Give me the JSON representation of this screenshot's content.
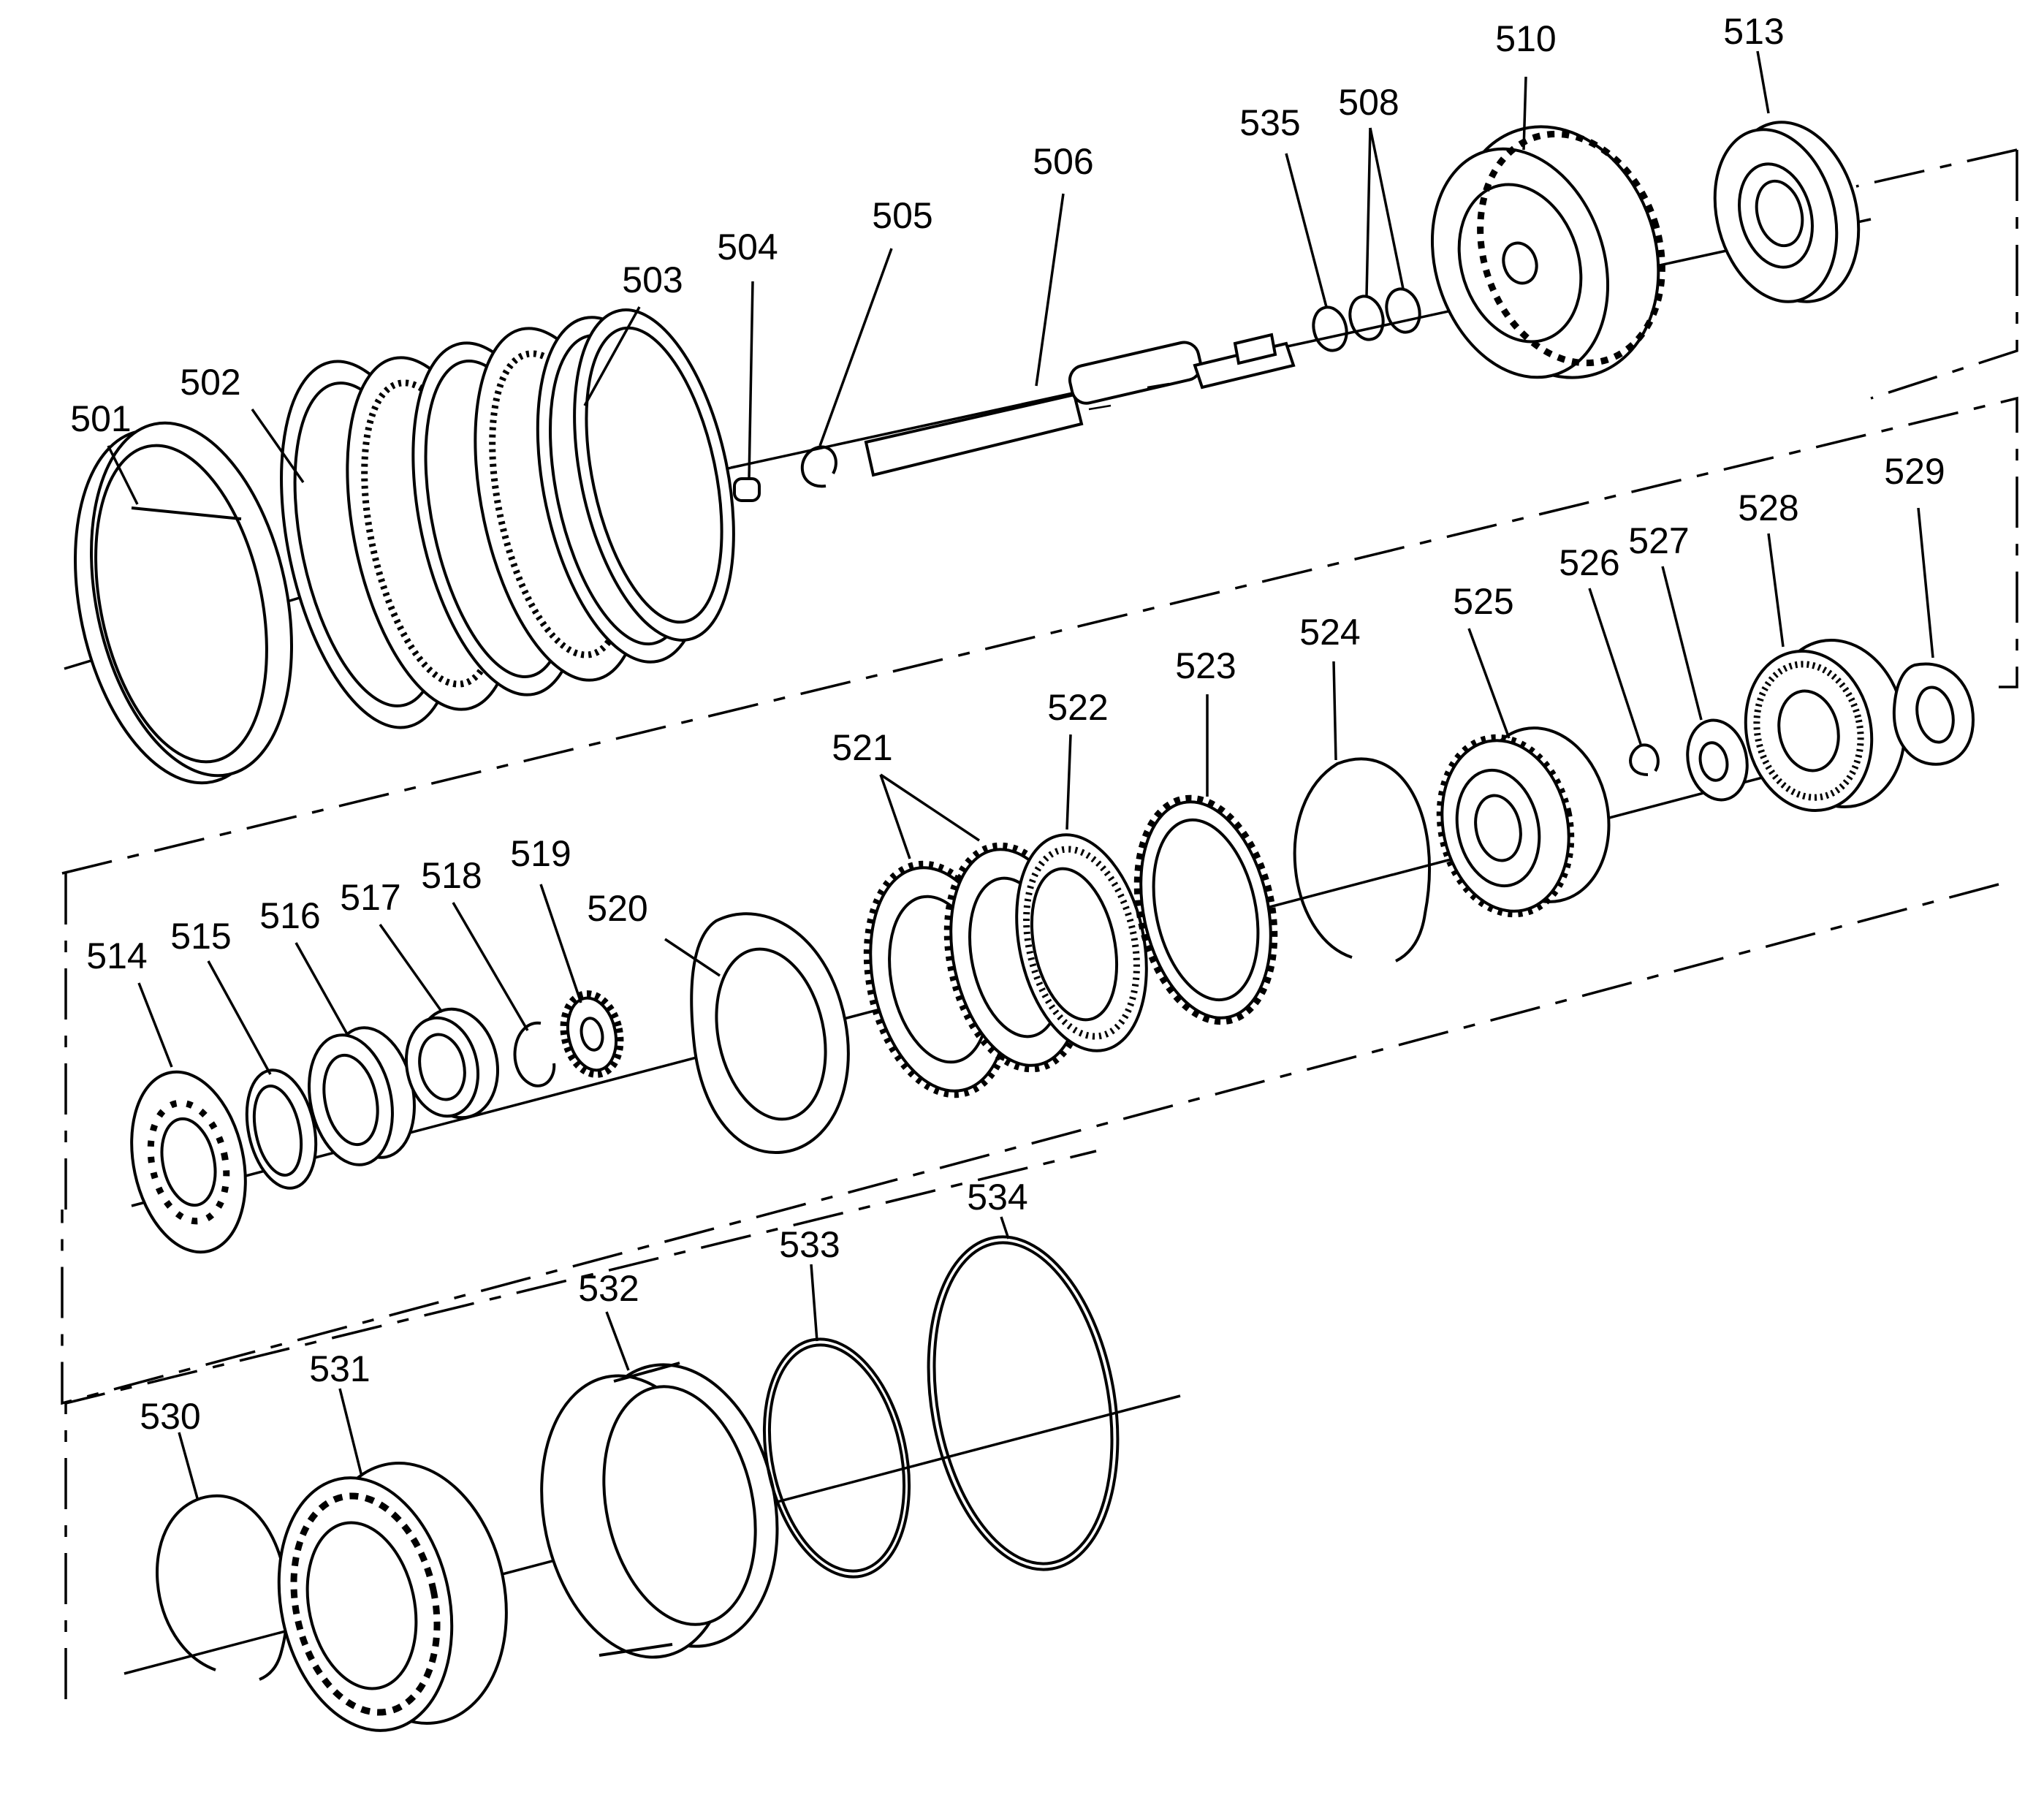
{
  "labels": {
    "p501": "501",
    "p502": "502",
    "p503": "503",
    "p504": "504",
    "p505": "505",
    "p506": "506",
    "p508": "508",
    "p510": "510",
    "p513": "513",
    "p535": "535",
    "p514": "514",
    "p515": "515",
    "p516": "516",
    "p517": "517",
    "p518": "518",
    "p519": "519",
    "p520": "520",
    "p521": "521",
    "p522": "522",
    "p523": "523",
    "p524": "524",
    "p525": "525",
    "p526": "526",
    "p527": "527",
    "p528": "528",
    "p529": "529",
    "p530": "530",
    "p531": "531",
    "p532": "532",
    "p533": "533",
    "p534": "534"
  },
  "icons": {
    "p501": "band-ring-icon",
    "p502": "clutch-plate-icon",
    "p503": "clutch-plate-icon",
    "p504": "bushing-icon",
    "p505": "snap-ring-icon",
    "p506": "shaft-icon",
    "p508": "seal-ring-icon",
    "p510": "drum-housing-icon",
    "p513": "piston-icon",
    "p535": "seal-ring-icon",
    "p514": "spring-washer-icon",
    "p515": "thrust-washer-icon",
    "p516": "carrier-icon",
    "p517": "sprag-icon",
    "p518": "snap-ring-icon",
    "p519": "gear-icon",
    "p520": "thrust-plate-icon",
    "p521": "clutch-disc-icon",
    "p522": "clutch-disc-icon",
    "p523": "clutch-plate-icon",
    "p524": "snap-ring-icon",
    "p525": "planetary-carrier-icon",
    "p526": "snap-ring-icon",
    "p527": "thrust-washer-icon",
    "p528": "ring-gear-icon",
    "p529": "thrust-washer-icon",
    "p530": "snap-ring-icon",
    "p531": "spring-assembly-icon",
    "p532": "housing-icon",
    "p533": "seal-ring-icon",
    "p534": "seal-ring-icon"
  }
}
